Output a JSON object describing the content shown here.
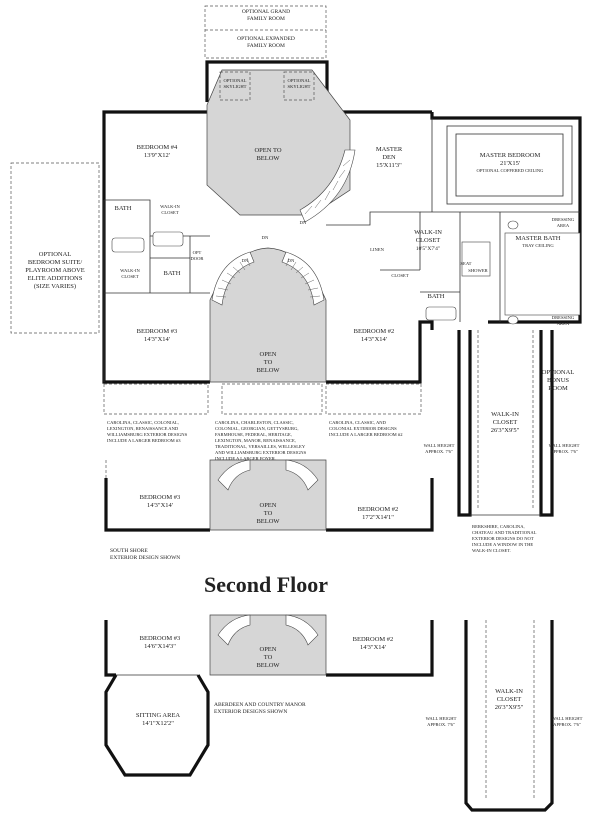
{
  "title": "Second Floor",
  "top_options": {
    "optional_grand_family_room": [
      "OPTIONAL GRAND",
      "FAMILY ROOM"
    ],
    "optional_expanded_family_room": [
      "OPTIONAL EXPANDED",
      "FAMILY ROOM"
    ],
    "skylight_left": [
      "OPTIONAL",
      "SKYLIGHT"
    ],
    "skylight_right": [
      "OPTIONAL",
      "SKYLIGHT"
    ]
  },
  "main_plan": {
    "bedroom4": {
      "name": "BEDROOM #4",
      "size": "13'9\"X12'"
    },
    "bath_upper": "BATH",
    "walkin_closet_upper": [
      "WALK-IN",
      "CLOSET"
    ],
    "walkin_closet_lower": [
      "WALK-IN",
      "CLOSET"
    ],
    "bath_lower": "BATH",
    "opt_door": [
      "OPT",
      "DOOR"
    ],
    "open_below_top": [
      "OPEN TO",
      "BELOW"
    ],
    "dn_upper": "DN",
    "dn_lower": "DN",
    "dn_left": "DN",
    "dn_right": "DN",
    "open_below_center": [
      "OPEN",
      "TO",
      "BELOW"
    ],
    "bedroom3": {
      "name": "BEDROOM #3",
      "size": "14'3\"X14'"
    },
    "master_den": {
      "name": [
        "MASTER",
        "DEN"
      ],
      "size": "15'X11'3\""
    },
    "linen": "LINEN",
    "closet": "CLOSET",
    "walkin_closet_mid": {
      "name": [
        "WALK-IN",
        "CLOSET"
      ],
      "size": "10'5\"X7'4\""
    },
    "seat": "SEAT",
    "shower": "SHOWER",
    "bath_mid": "BATH",
    "bedroom2": {
      "name": "BEDROOM #2",
      "size": "14'3\"X14'"
    },
    "master_bedroom": {
      "name": "MASTER BEDROOM",
      "size": "21'X15'",
      "note": "OPTIONAL COFFERED CEILING"
    },
    "master_bath": {
      "name": "MASTER BATH",
      "note": "TRAY CEILING"
    },
    "dressing_top": [
      "DRESSING",
      "AREA"
    ],
    "dressing_bottom": [
      "DRESSING",
      "AREA"
    ]
  },
  "optional_suite": [
    "OPTIONAL",
    "BEDROOM SUITE/",
    "PLAYROOM ABOVE",
    "ELITE ADDITIONS",
    "(SIZE VARIES)"
  ],
  "optional_bonus_room": [
    "OPTIONAL",
    "BONUS",
    "ROOM"
  ],
  "walkin_closet_big": {
    "name": [
      "WALK-IN",
      "CLOSET"
    ],
    "size": "26'3\"X9'5\""
  },
  "wall_height_left": [
    "WALL HEIGHT",
    "APPROX. 7'6\""
  ],
  "wall_height_right": [
    "WALL HEIGHT",
    "APPROX. 7'6\""
  ],
  "note_bedroom3": [
    "CAROLINA, CLASSIC, COLONIAL,",
    "LEXINGTON, RENAISSANCE AND",
    "WILLIAMSBURG EXTERIOR DESIGNS",
    "INCLUDE A LARGER BEDROOM #3"
  ],
  "note_foyer": [
    "CAROLINA, CHARLESTON, CLASSIC,",
    "COLONIAL, GEORGIAN, GETTYSBURG,",
    "FARMHOUSE, FEDERAL, HERITAGE,",
    "LEXINGTON, MANOR, RENAISSANCE,",
    "TRADITIONAL, VERSAILLES, WELLESLEY",
    "AND WILLIAMSBURG EXTERIOR DESIGNS",
    "INCLUDE A LARGER FOYER."
  ],
  "note_bedroom2": [
    "CAROLINA, CLASSIC, AND",
    "COLONIAL EXTERIOR DESIGNS",
    "INCLUDE A LARGER BEDROOM #2"
  ],
  "note_window": [
    "BERKSHIRE, CAROLINA,",
    "CHATEAU AND TRADITIONAL",
    "EXTERIOR DESIGNS DO NOT",
    "INCLUDE A WINDOW IN THE",
    "WALK-IN CLOSET."
  ],
  "south_shore": {
    "bedroom3": {
      "name": "BEDROOM #3",
      "size": "14'3\"X14'"
    },
    "open_below": [
      "OPEN",
      "TO",
      "BELOW"
    ],
    "bedroom2": {
      "name": "BEDROOM #2",
      "size": "17'2\"X14'1\""
    },
    "caption": [
      "SOUTH SHORE",
      "EXTERIOR DESIGN SHOWN"
    ]
  },
  "aberdeen": {
    "bedroom3": {
      "name": "BEDROOM #3",
      "size": "14'6\"X14'3\""
    },
    "open_below": [
      "OPEN",
      "TO",
      "BELOW"
    ],
    "bedroom2": {
      "name": "BEDROOM #2",
      "size": "14'3\"X14'"
    },
    "sitting_area": {
      "name": "SITTING AREA",
      "size": "14'1\"X12'2\""
    },
    "caption": [
      "ABERDEEN AND COUNTRY MANOR",
      "EXTERIOR DESIGNS SHOWN"
    ],
    "walkin_closet": {
      "name": [
        "WALK-IN",
        "CLOSET"
      ],
      "size": "26'3\"X9'5\""
    },
    "wall_height_left": [
      "WALL HEIGHT",
      "APPROX. 7'6\""
    ],
    "wall_height_right": [
      "WALL HEIGHT",
      "APPROX. 7'6\""
    ]
  }
}
